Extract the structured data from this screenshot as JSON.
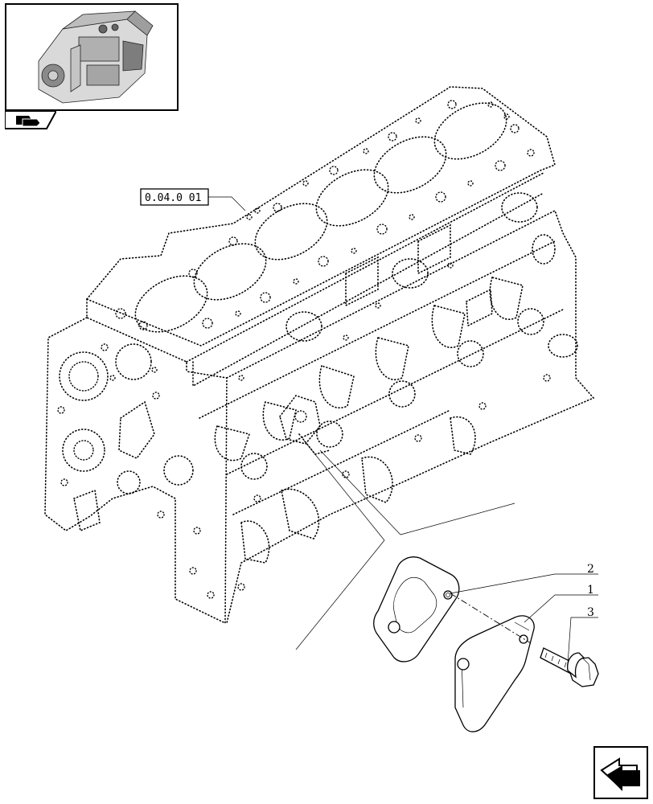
{
  "reference": {
    "code": "0.04.0 01"
  },
  "callouts": [
    {
      "number": "2"
    },
    {
      "number": "1"
    },
    {
      "number": "3"
    }
  ],
  "icons": {
    "thumbnail": "engine-thumbnail-icon",
    "section": "section-flag-icon",
    "nav": "next-page-arrow-icon"
  }
}
